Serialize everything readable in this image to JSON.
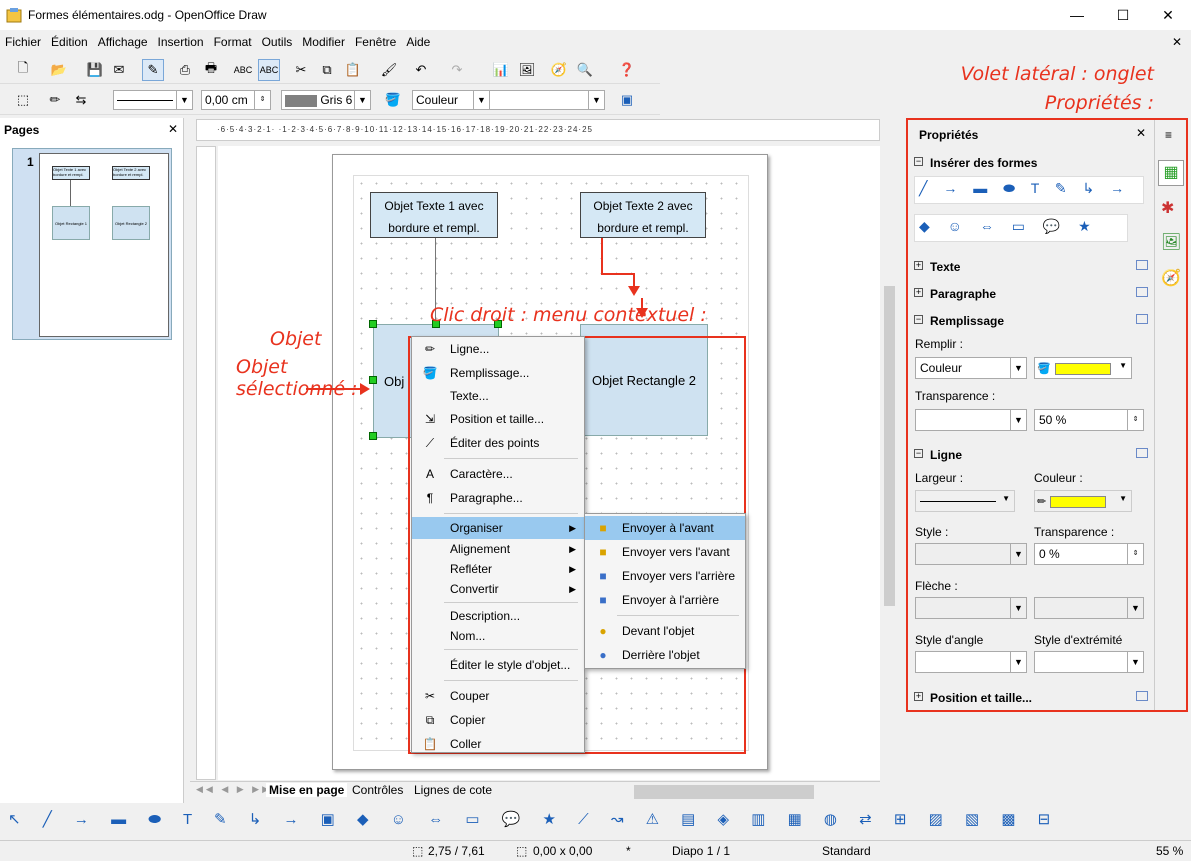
{
  "window": {
    "title": "Formes élémentaires.odg - OpenOffice Draw",
    "min": "—",
    "max": "☐",
    "close": "✕",
    "doc_close": "✕"
  },
  "menu": [
    "Fichier",
    "Édition",
    "Affichage",
    "Insertion",
    "Format",
    "Outils",
    "Modifier",
    "Fenêtre",
    "Aide"
  ],
  "toolbar2": {
    "line_width": "0,00 cm",
    "fill_color_name": "Gris 6",
    "fill_type": "Couleur",
    "fill_value": ""
  },
  "pages_panel": {
    "title": "Pages",
    "close": "✕",
    "page_number": "1",
    "thumb_labels": [
      "Objet Texte 1 avec bordure et rempl.",
      "Objet Texte 2 avec bordure et rempl.",
      "Objet Rectangle 1",
      "Objet Rectangle 2"
    ]
  },
  "ruler": {
    "h": "·6·5·4·3·2·1·  ·1·2·3·4·5·6·7·8·9·10·11·12·13·14·15·16·17·18·19·20·21·22·23·24·25"
  },
  "canvas": {
    "text1": "Objet Texte 1 avec bordure et rempl.",
    "text2": "Objet Texte 2 avec bordure et rempl.",
    "rect1": "Obj",
    "rect2": "Objet Rectangle 2"
  },
  "annotations": {
    "selected": "Objet sélectionné :",
    "context": "Clic droit : menu contextuel :",
    "sidebar": "Volet latéral : onglet Propriétés :"
  },
  "context_menu": {
    "items": [
      "Ligne...",
      "Remplissage...",
      "Texte...",
      "Position et taille...",
      "Éditer des points",
      "Caractère...",
      "Paragraphe...",
      "Organiser",
      "Alignement",
      "Refléter",
      "Convertir",
      "Description...",
      "Nom...",
      "Éditer le style d'objet...",
      "Couper",
      "Copier",
      "Coller"
    ]
  },
  "submenu": {
    "items": [
      "Envoyer à l'avant",
      "Envoyer vers l'avant",
      "Envoyer vers l'arrière",
      "Envoyer à l'arrière",
      "Devant l'objet",
      "Derrière l'objet"
    ]
  },
  "sidebar": {
    "title": "Propriétés",
    "close": "✕",
    "sections": {
      "insert_shapes": "Insérer des formes",
      "text": "Texte",
      "paragraph": "Paragraphe",
      "fill": "Remplissage",
      "line": "Ligne",
      "position": "Position et taille..."
    },
    "fill": {
      "fill_label": "Remplir :",
      "fill_value": "Couleur",
      "transparency_label": "Transparence :",
      "transparency_value": "50 %"
    },
    "line": {
      "width_label": "Largeur :",
      "color_label": "Couleur :",
      "style_label": "Style :",
      "transparency_label": "Transparence :",
      "transparency_value": "0 %",
      "arrow_label": "Flèche :",
      "corner_label": "Style d'angle",
      "cap_label": "Style d'extrémité"
    },
    "colors": {
      "fill_swatch": "#ffff00",
      "line_swatch": "#ffff00"
    }
  },
  "tabs": [
    "Mise en page",
    "Contrôles",
    "Lignes de cote"
  ],
  "status": {
    "position": "2,75 / 7,61",
    "size": "0,00 x 0,00",
    "modified": "*",
    "slide": "Diapo 1 / 1",
    "style": "Standard",
    "zoom": "55 %"
  }
}
